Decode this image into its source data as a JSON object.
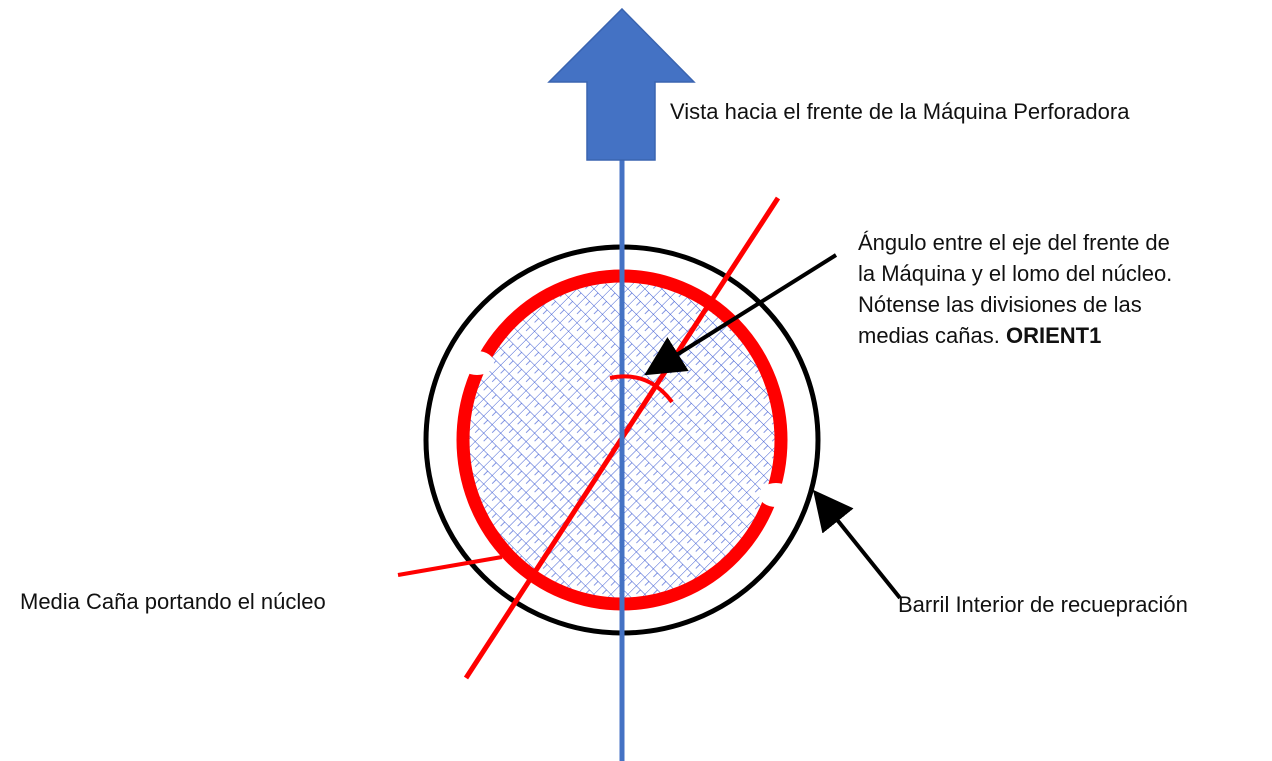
{
  "labels": {
    "front_view": "Vista hacia el frente de la Máquina Perforadora",
    "angle_line1": "Ángulo entre el eje del frente de",
    "angle_line2": "la Máquina y el lomo del núcleo.",
    "angle_line3": "Nótense las divisiones de las",
    "angle_line4_text": "medias cañas. ",
    "angle_line4_bold": "ORIENT1",
    "half_core": "Media Caña portando el núcleo",
    "barrel": "Barril  Interior de recuepración"
  },
  "colors": {
    "axis_blue": "#4472c4",
    "core_red": "#ff0000",
    "outline_black": "#000000",
    "hatch_blue": "#2f4fd0",
    "background": "#ffffff"
  }
}
